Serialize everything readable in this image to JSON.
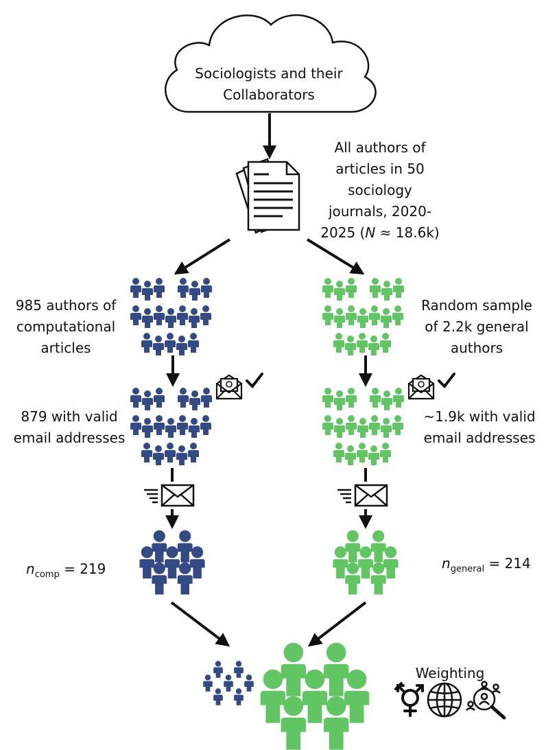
{
  "colors": {
    "computational": "#344a84",
    "general": "#60c562",
    "ink": "#111111"
  },
  "icons": {
    "cloud": "cloud-icon",
    "documents": "document-stack-icon",
    "email_check": "email-check-icon",
    "send_mail": "send-mail-icon",
    "gender": "gender-symbol-icon",
    "globe": "globe-icon",
    "search_people": "search-people-icon"
  },
  "source": {
    "line1": "Sociologists and their",
    "line2": "Collaborators"
  },
  "population": {
    "line1": "All authors of",
    "line2": "articles in 50",
    "line3": "sociology",
    "line4": "journals, 2020-",
    "line5_prefix": "2025 (",
    "n_symbol": "N",
    "line5_suffix": " ≈ 18.6k)"
  },
  "comp": {
    "sample_l1": "985 authors of",
    "sample_l2": "computational",
    "sample_l3": "articles",
    "valid_l1": "879 with valid",
    "valid_l2": "email addresses",
    "n_symbol": "n",
    "n_sub": "comp",
    "n_value": " = 219"
  },
  "general": {
    "sample_l1": "Random sample",
    "sample_l2": "of 2.2k general",
    "sample_l3": "authors",
    "valid_l1": "~1.9k with valid",
    "valid_l2": "email addresses",
    "n_symbol": "n",
    "n_sub": "general",
    "n_value": " = 214"
  },
  "weighting": {
    "label": "Weighting"
  }
}
